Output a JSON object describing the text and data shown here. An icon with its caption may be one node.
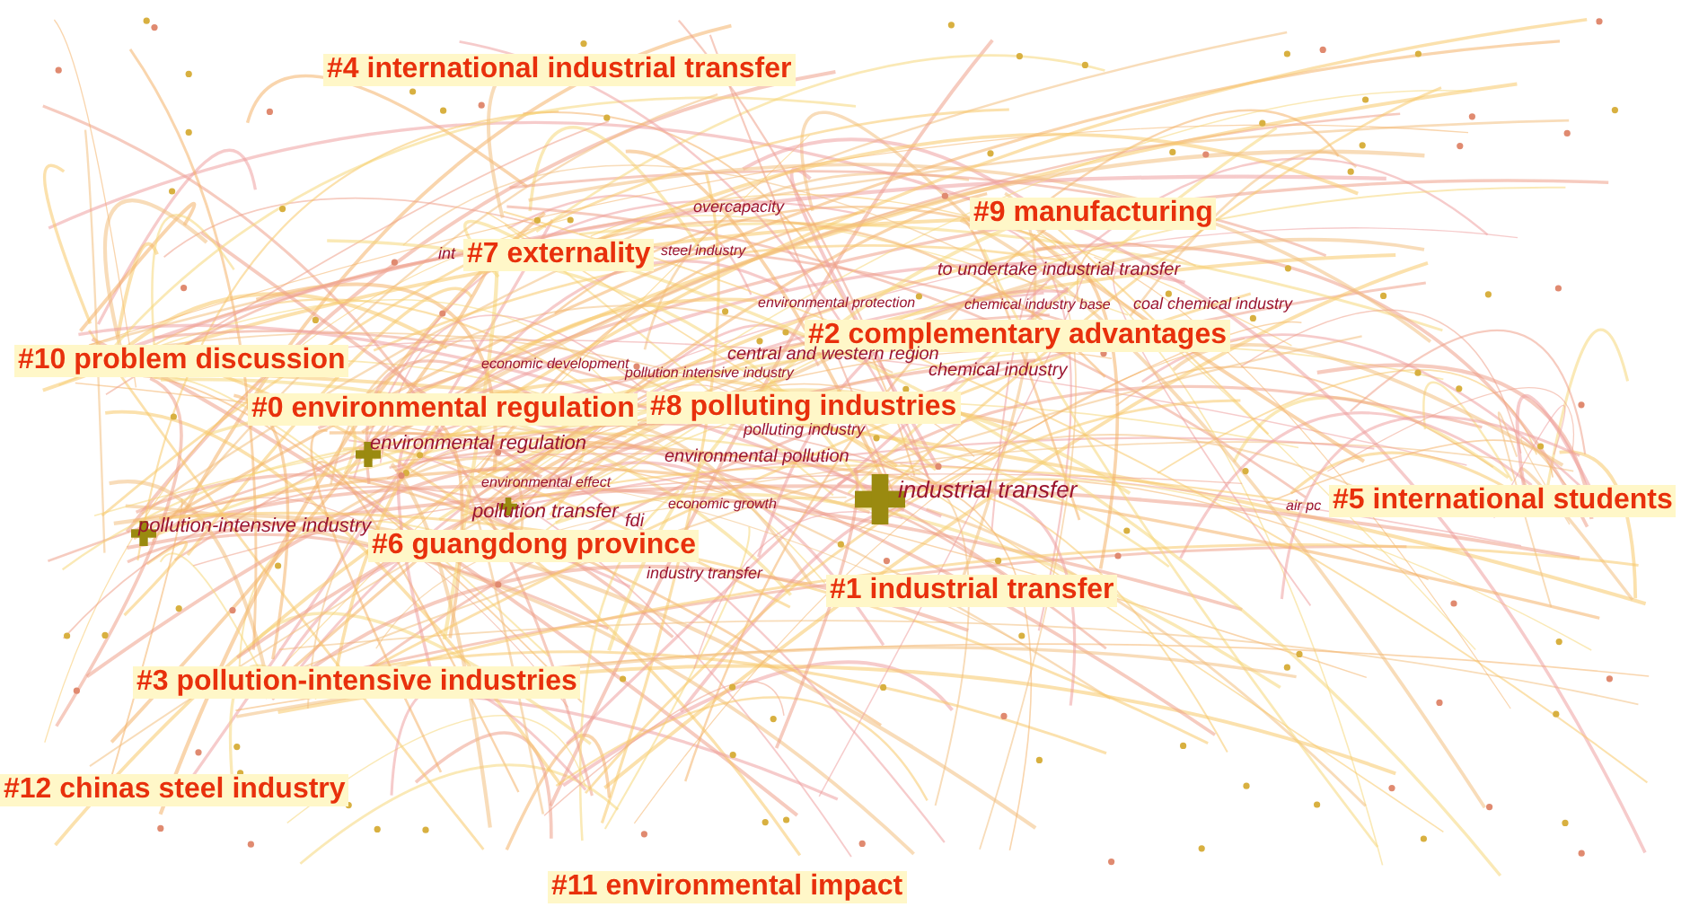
{
  "diagram": {
    "labels": [
      "#4 international industrial transfer",
      "overcapacity",
      "#9 manufacturing",
      "int",
      "#7 externality",
      "steel industry",
      "to undertake industrial transfer",
      "environmental protection",
      "chemical industry base",
      "coal chemical industry",
      "#2 complementary advantages",
      "#10 problem discussion",
      "economic development",
      "central and western region",
      "pollution intensive industry",
      "chemical industry",
      "#0 environmental regulation",
      "#8 polluting industries",
      "environmental regulation",
      "polluting industry",
      "environmental pollution",
      "industrial transfer",
      "environmental effect",
      "air pc",
      "#5 international students",
      "pollution transfer",
      "fdi",
      "economic growth",
      "pollution-intensive industry",
      "#6 guangdong province",
      "industry transfer",
      "#1 industrial transfer",
      "#3 pollution-intensive industries",
      "#12 chinas steel industry",
      "#11 environmental impact"
    ]
  }
}
